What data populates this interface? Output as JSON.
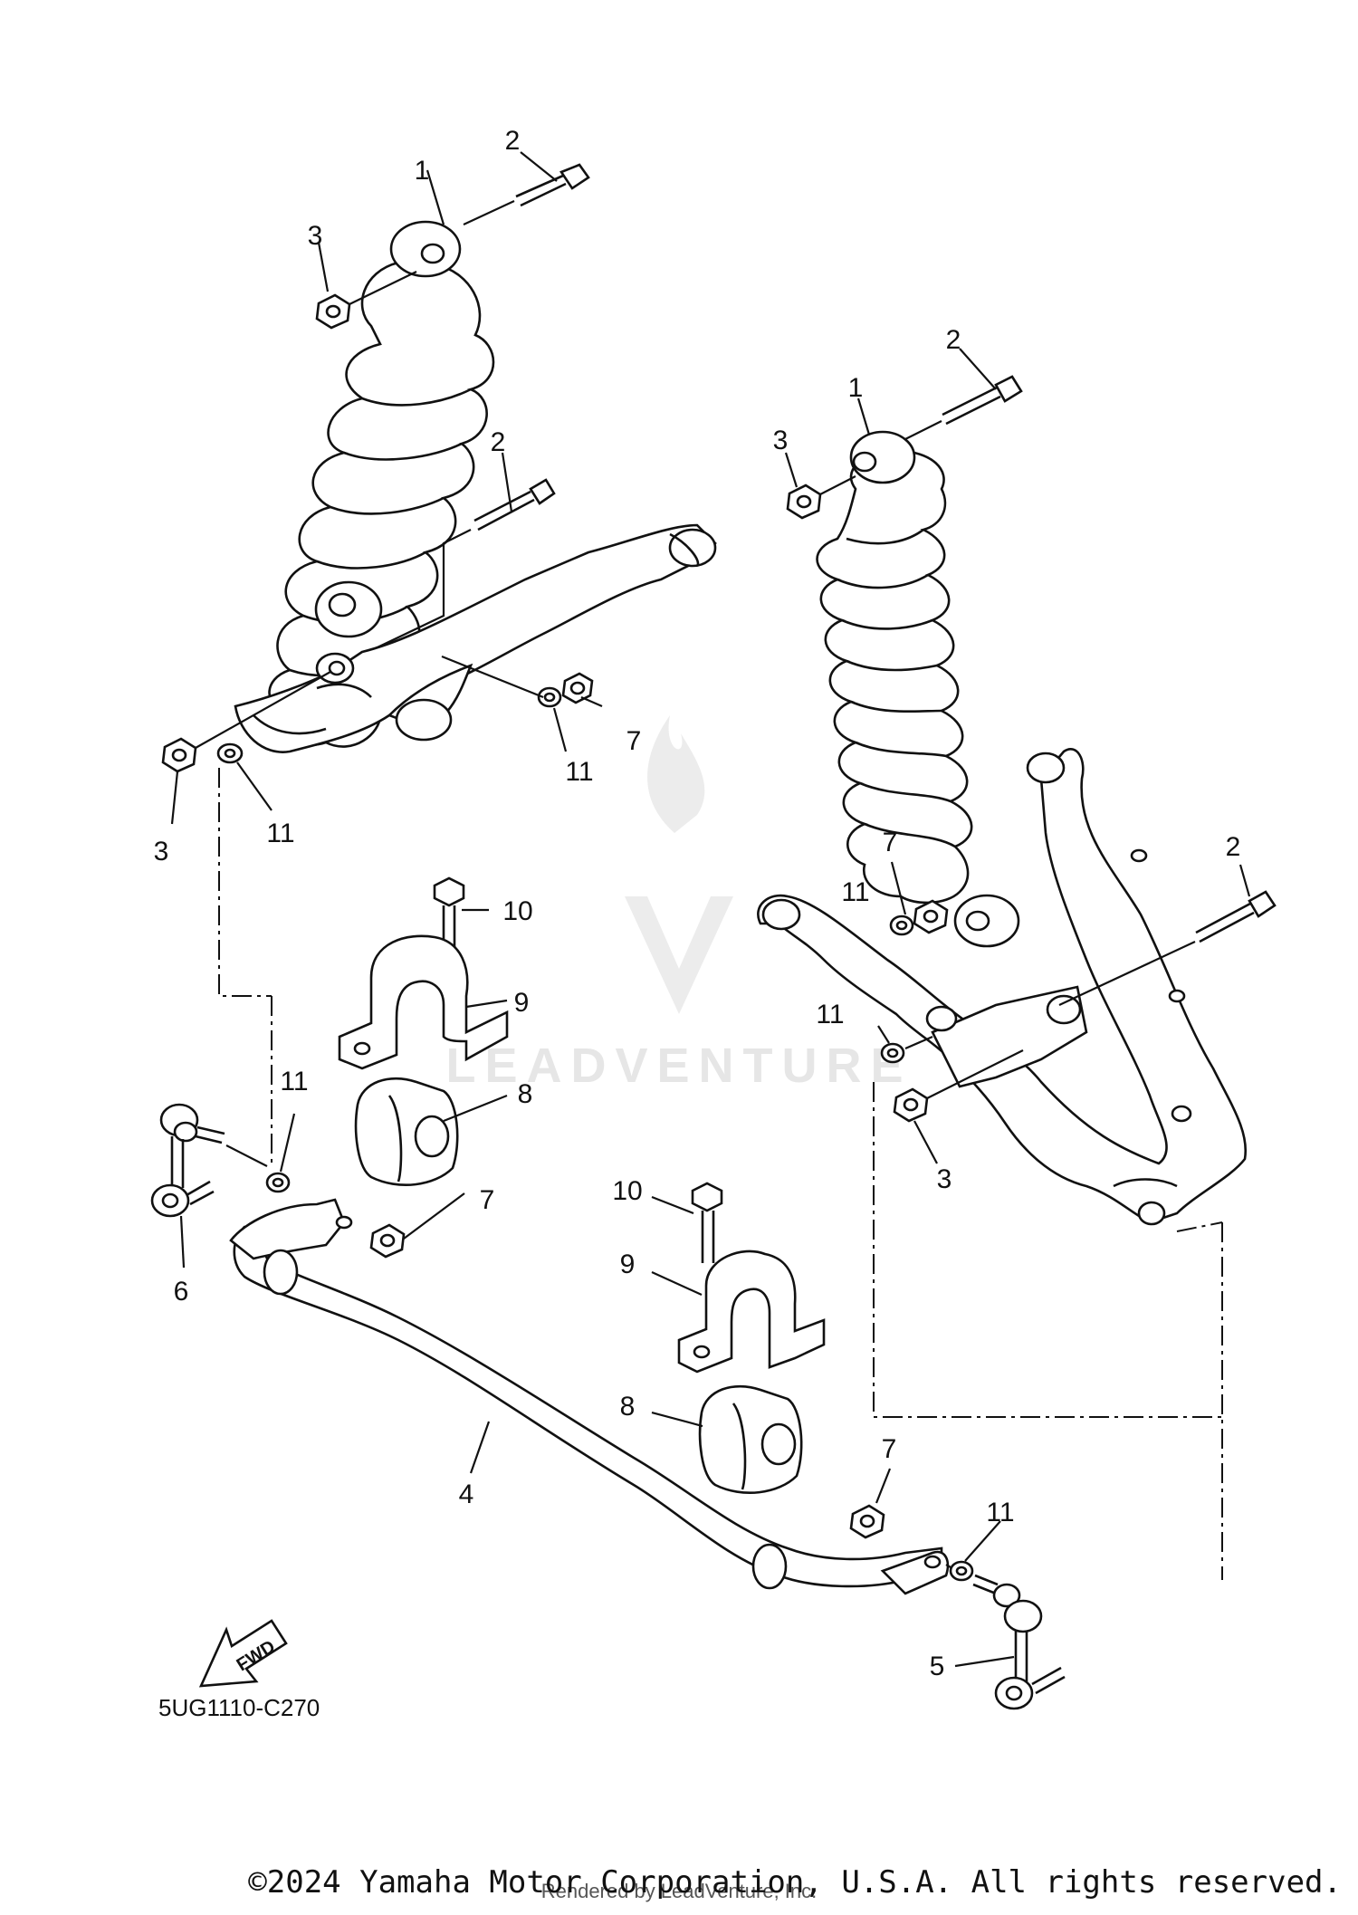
{
  "diagram": {
    "callouts": [
      "1",
      "2",
      "3",
      "2",
      "1",
      "2",
      "3",
      "7",
      "11",
      "3",
      "11",
      "10",
      "9",
      "8",
      "11",
      "6",
      "7",
      "11",
      "7",
      "2",
      "11",
      "3",
      "10",
      "9",
      "8",
      "4",
      "7",
      "11",
      "5"
    ],
    "figure_code": "5UG1110-C270",
    "fwd_label": "FWD",
    "watermark": "LEADVENTURE",
    "rendered_by": "Rendered by LeadVenture, Inc.",
    "copyright": "©2024 Yamaha Motor Corporation, U.S.A. All rights reserved."
  }
}
